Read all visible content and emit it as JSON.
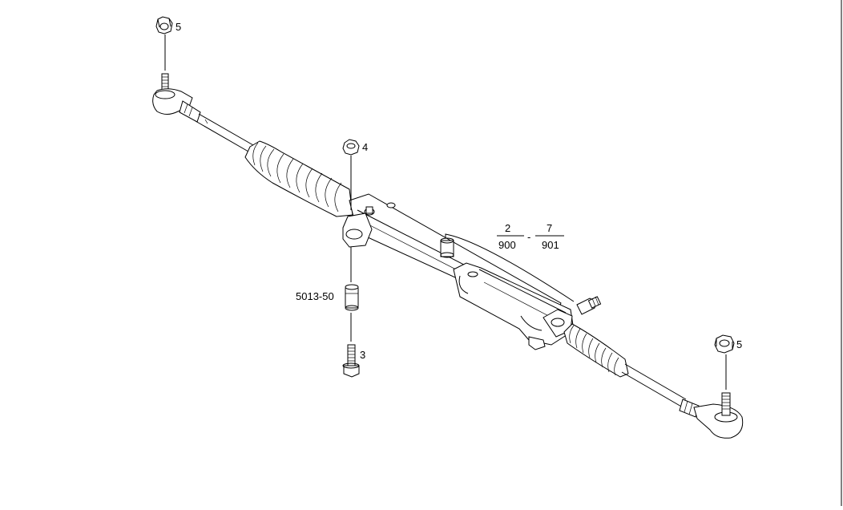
{
  "callouts": {
    "nut_top_left": "5",
    "nut_center": "4",
    "bushing": "5013-50",
    "bolt": "3",
    "nut_right": "5",
    "ref_2": "2",
    "ref_900": "900",
    "ref_7": "7",
    "ref_901": "901",
    "ref_sep": "-"
  }
}
